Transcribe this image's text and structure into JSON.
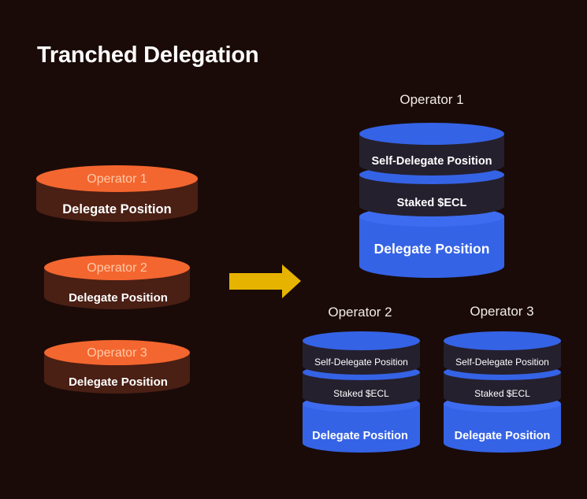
{
  "title": "Tranched Delegation",
  "colors": {
    "background": "#1a0b08",
    "orange_top": "#f4662f",
    "orange_side": "#4a1f14",
    "blue": "#3563e6",
    "blue_dark": "#2a4fc4",
    "dark_band": "#25202e",
    "arrow": "#e6b300"
  },
  "before": {
    "operators": [
      {
        "name": "Operator 1",
        "position": "Delegate Position"
      },
      {
        "name": "Operator 2",
        "position": "Delegate Position"
      },
      {
        "name": "Operator 3",
        "position": "Delegate Position"
      }
    ]
  },
  "arrow": {
    "icon": "arrow-right-icon"
  },
  "after": {
    "operators": [
      {
        "name": "Operator 1",
        "layers": [
          "Self-Delegate Position",
          "Staked $ECL",
          "Delegate Position"
        ]
      },
      {
        "name": "Operator 2",
        "layers": [
          "Self-Delegate Position",
          "Staked $ECL",
          "Delegate Position"
        ]
      },
      {
        "name": "Operator 3",
        "layers": [
          "Self-Delegate Position",
          "Staked $ECL",
          "Delegate Position"
        ]
      }
    ]
  }
}
